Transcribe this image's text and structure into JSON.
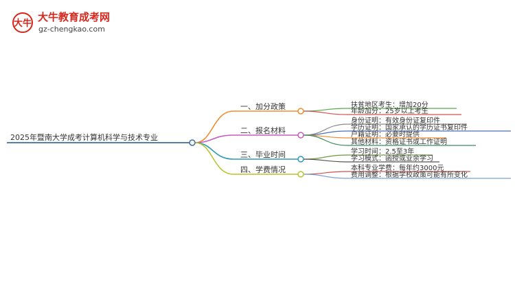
{
  "logo": {
    "mark_text": "大牛",
    "site_name": "大牛教育成考网",
    "site_url": "gz-chengkao.com",
    "brand_color": "#d9261c",
    "url_color": "#444444"
  },
  "mindmap": {
    "root": {
      "label": "2025年暨南大学成考计算机科学与技术专业",
      "color": "#3a6ea5"
    },
    "branches": [
      {
        "label": "一、加分政策",
        "color": "#f08c2e",
        "children": [
          "扶贫地区考生：增加20分",
          "年龄加分：25岁以上考生"
        ],
        "child_colors": [
          "#5aa84a",
          "#d64f4f"
        ]
      },
      {
        "label": "二、报名材料",
        "color": "#c95bc0",
        "children": [
          "身份证明：有效身份证复印件",
          "学历证明：国家承认的学历证书复印件",
          "户籍证明：必要时提供",
          "其他材料：资格证书或工作证明"
        ],
        "child_colors": [
          "#8a8a8a",
          "#4a6fb5",
          "#f08c2e",
          "#3a8a5a"
        ]
      },
      {
        "label": "三、毕业时间",
        "color": "#2e9ab8",
        "children": [
          "学习时间：2.5至3年",
          "学习模式：函授或业余学习"
        ],
        "child_colors": [
          "#6a9a3a",
          "#555555"
        ]
      },
      {
        "label": "四、学费情况",
        "color": "#b8c430",
        "children": [
          "本科专业学费：每年约3000元",
          "费用调整：根据学校政策可能有所变化"
        ],
        "child_colors": [
          "#d64f4f",
          "#7aa0d8"
        ]
      }
    ]
  }
}
